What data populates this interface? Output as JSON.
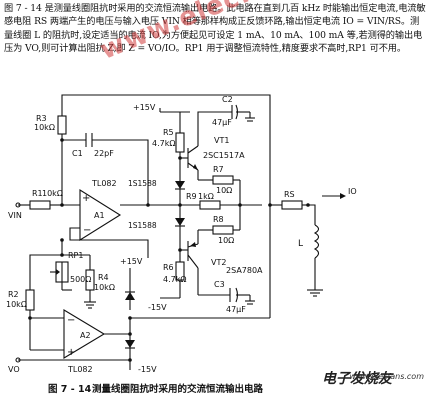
{
  "intro_text": "图 7 - 14 是测量线圈阻抗时采用的交流恒流输出电路。此电路在直到几百 kHz 时能输出恒定电流,电流敏感电阻 RS 两端产生的电压与输入电压 VIN 相等那样构成正反馈环路,输出恒定电流 IO = VIN/RS。测量线圈 L 的阻抗时,设定适当的电流 IO,为方便起见可设定 1 mA、10 mA、100 mA 等,若测得的输出电压为 VO,则可计算出阻抗 Z,即 Z = VO/IO。RP1 用于调整恒流特性,精度要求不高时,RP1 可不用。",
  "caption": {
    "figure_number": "图 7 - 14",
    "title": "测量线圈阻抗时采用的交流恒流输出电路"
  },
  "watermark": "www.elecfans.com",
  "logo": {
    "cn": "电子发烧友",
    "en": "www.elecfans.com"
  },
  "labels": {
    "r3": "R3",
    "r3v": "10kΩ",
    "c1": "C1",
    "c1v": "22pF",
    "r1": "R1",
    "r1v": "10kΩ",
    "vin": "VIN",
    "a1": "A1",
    "tl082_top": "TL082",
    "rp1": "RP1",
    "rp1v": "500Ω",
    "r2": "R2",
    "r2v": "10kΩ",
    "r4": "R4",
    "r4v": "10kΩ",
    "a2": "A2",
    "tl082_bot": "TL082",
    "vo": "VO",
    "p15a": "+15V",
    "p15b": "+15V",
    "m15a": "-15V",
    "m15b": "-15V",
    "r5": "R5",
    "r5v": "4.7kΩ",
    "vt1": "VT1",
    "q1": "2SC1517A",
    "c2": "C2",
    "c2v": "47μF",
    "r7": "R7",
    "r7v": "10Ω",
    "d1": "1S1588",
    "r9": "R9",
    "r9v": "1kΩ",
    "d2": "1S1588",
    "r8": "R8",
    "r8v": "10Ω",
    "vt2": "VT2",
    "q2": "2SA780A",
    "r6": "R6",
    "r6v": "4.7kΩ",
    "c3": "C3",
    "c3v": "47μF",
    "rs": "RS",
    "io": "IO",
    "l": "L"
  }
}
